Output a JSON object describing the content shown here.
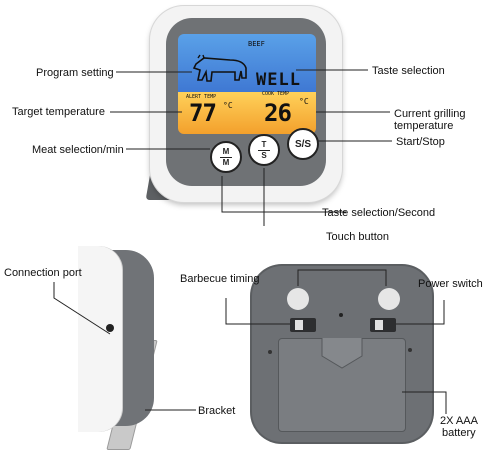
{
  "labels": {
    "program_setting": "Program setting",
    "target_temperature": "Target temperature",
    "meat_selection": "Meat selection/min",
    "taste_selection": "Taste selection",
    "current_grilling": "Current grilling",
    "current_grilling_2": "temperature",
    "start_stop": "Start/Stop",
    "taste_selection_second": "Taste selection/Second",
    "touch_button": "Touch button",
    "connection_port": "Connection port",
    "bracket": "Bracket",
    "barbecue_timing": "Barbecue timing",
    "power_switch": "Power switch",
    "battery_1": "2X AAA",
    "battery_2": "battery"
  },
  "lcd": {
    "meat": "BEEF",
    "taste": "WELL",
    "alert_label": "ALERT TEMP",
    "cook_label": "COOK TEMP",
    "alert_value": "77",
    "cook_value": "26",
    "unit": "°C"
  },
  "buttons": {
    "meat_top": "M",
    "meat_bottom": "M",
    "taste_top": "T",
    "taste_bottom": "S",
    "start_stop": "S/S"
  },
  "colors": {
    "body": "#6f7275",
    "shell": "#f4f4f4",
    "lcd_blue": "#4a86d8",
    "lcd_yellow": "#f6b73a"
  }
}
